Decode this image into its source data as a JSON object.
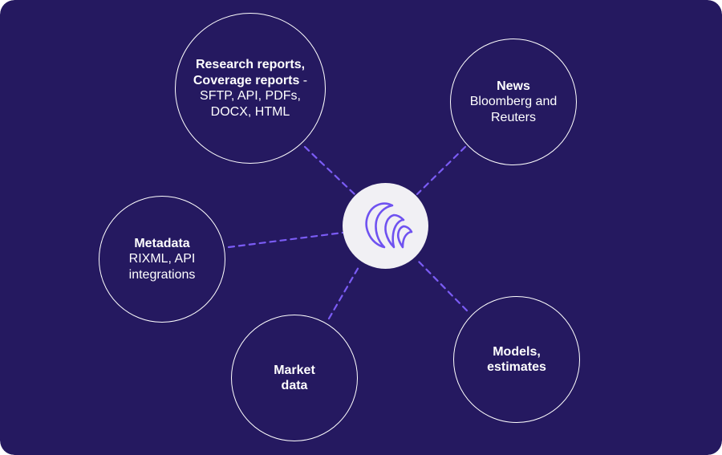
{
  "colors": {
    "background": "#251960",
    "border": "#ffffff",
    "connector": "#7b5cf5",
    "hub_fill": "#f1f0f4",
    "logo_stroke": "#6f52f0",
    "text": "#ffffff"
  },
  "hub": {
    "icon": "brand-logo-icon"
  },
  "nodes": {
    "research": {
      "bold": "Research reports, Coverage reports",
      "text": " - SFTP, API, PDFs, DOCX, HTML"
    },
    "news": {
      "bold": "News",
      "text": "Bloomberg and Reuters"
    },
    "metadata": {
      "bold": "Metadata",
      "text": "RIXML, API integrations"
    },
    "market": {
      "bold": "Market data",
      "text": ""
    },
    "models": {
      "bold": "Models, estimates",
      "text": ""
    }
  }
}
